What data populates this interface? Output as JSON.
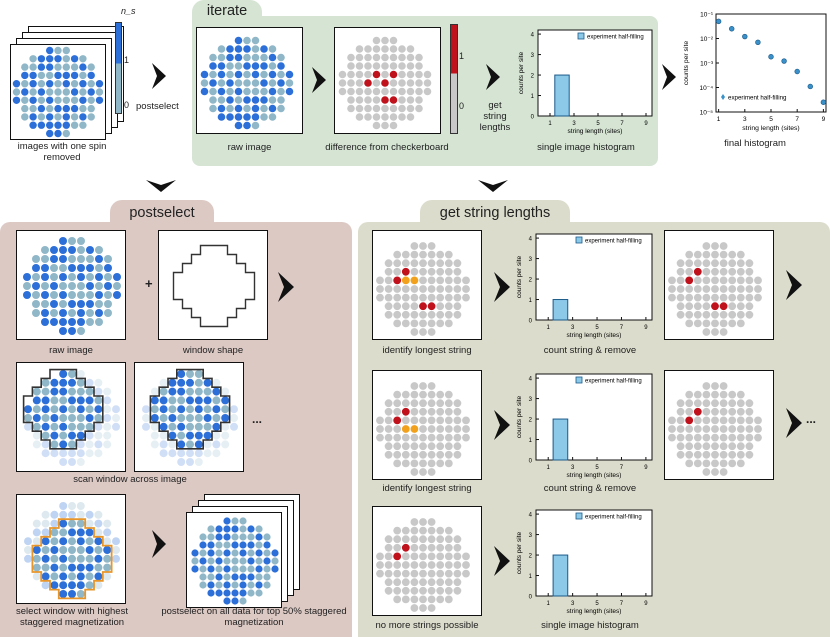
{
  "colors": {
    "iterate_bg": "#d5e4d3",
    "postselect_bg": "#dcc9c4",
    "getstring_bg": "#dcdccc",
    "dot_dark": "#2c6fd8",
    "dot_light": "#8fb7c8",
    "dot_gray": "#c8c8c8",
    "dot_red": "#c0121c",
    "dot_orange": "#f2a11c",
    "bar_fill": "#8cc8e8",
    "window_orange": "#e8952a"
  },
  "colorbar": {
    "label": "n_s",
    "label_sub": "s",
    "top": "1",
    "bottom": "0"
  },
  "colorbar2": {
    "top": "1",
    "bottom": "0"
  },
  "top": {
    "images_caption": "images with one spin removed",
    "postselect_label": "postselect",
    "iterate_title": "iterate",
    "raw_caption": "raw image",
    "diff_caption": "difference from checkerboard",
    "get_string_label": "get string lengths",
    "single_hist_caption": "single image histogram",
    "final_hist_caption": "final histogram"
  },
  "postselect": {
    "title": "postselect",
    "raw_caption": "raw image",
    "plus": "+",
    "window_caption": "window shape",
    "scan_caption": "scan window across image",
    "ellipsis": "...",
    "select_caption": "select window with highest staggered magnetization",
    "postselect_caption": "postselect on all data for top 50% staggered magnetization"
  },
  "getstring": {
    "title": "get string lengths",
    "row1_left": "identify longest string",
    "row1_mid": "count string & remove",
    "row2_left": "identify longest string",
    "row2_mid": "count string & remove",
    "row3_left": "no more strings possible",
    "row3_mid": "single image histogram",
    "ellipsis": "..."
  },
  "hist": {
    "xlabel": "string length (sites)",
    "ylabel": "counts per site",
    "legend": "experiment half-filling",
    "xticks": [
      "1",
      "3",
      "5",
      "7",
      "9"
    ],
    "yticks": [
      "0",
      "1",
      "2",
      "3",
      "4"
    ],
    "bar_x": 2,
    "bar_values": [
      2,
      1,
      2,
      2
    ]
  },
  "final": {
    "legend": "experiment half-filling",
    "xlabel": "string length (sites)",
    "ylabel": "counts per site",
    "xticks": [
      "1",
      "3",
      "5",
      "7",
      "9"
    ],
    "yticks": [
      "10⁻¹",
      "10⁻²",
      "10⁻³",
      "10⁻⁴",
      "10⁻⁵"
    ],
    "points": [
      [
        1,
        0.05
      ],
      [
        2,
        0.025
      ],
      [
        3,
        0.012
      ],
      [
        4,
        0.007
      ],
      [
        5,
        0.0018
      ],
      [
        6,
        0.0012
      ],
      [
        7,
        0.00045
      ],
      [
        8,
        0.00011
      ],
      [
        9,
        2.5e-05
      ]
    ]
  }
}
